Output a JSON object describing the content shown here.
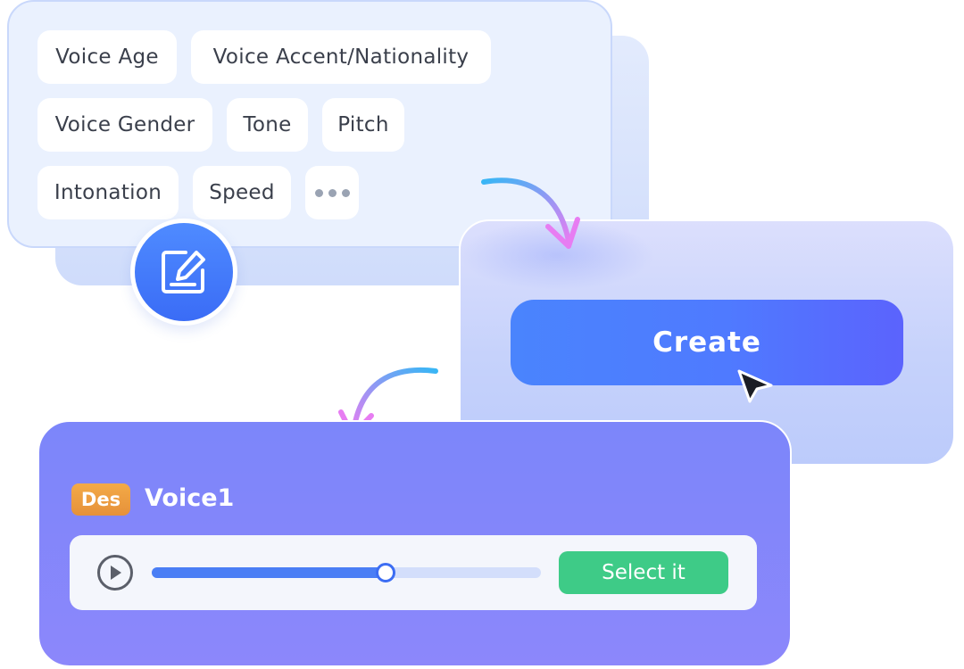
{
  "tags": [
    {
      "label": "Voice Age"
    },
    {
      "label": "Voice Accent/Nationality"
    },
    {
      "label": "Voice Gender"
    },
    {
      "label": "Tone"
    },
    {
      "label": "Pitch"
    },
    {
      "label": "Intonation"
    },
    {
      "label": "Speed"
    }
  ],
  "more_icon": "more-dots-icon",
  "edit_icon": "edit-icon",
  "create": {
    "button_label": "Create"
  },
  "cursor_icon": "cursor-pointer-icon",
  "voice": {
    "badge": "Des",
    "name": "Voice1",
    "play_icon": "play-icon",
    "progress": 0.6,
    "select_label": "Select it"
  },
  "colors": {
    "accent_blue": "#4a84fd",
    "select_green": "#3ecb87",
    "badge_orange": "#f3aa47",
    "voice_card": "#8187fa"
  }
}
